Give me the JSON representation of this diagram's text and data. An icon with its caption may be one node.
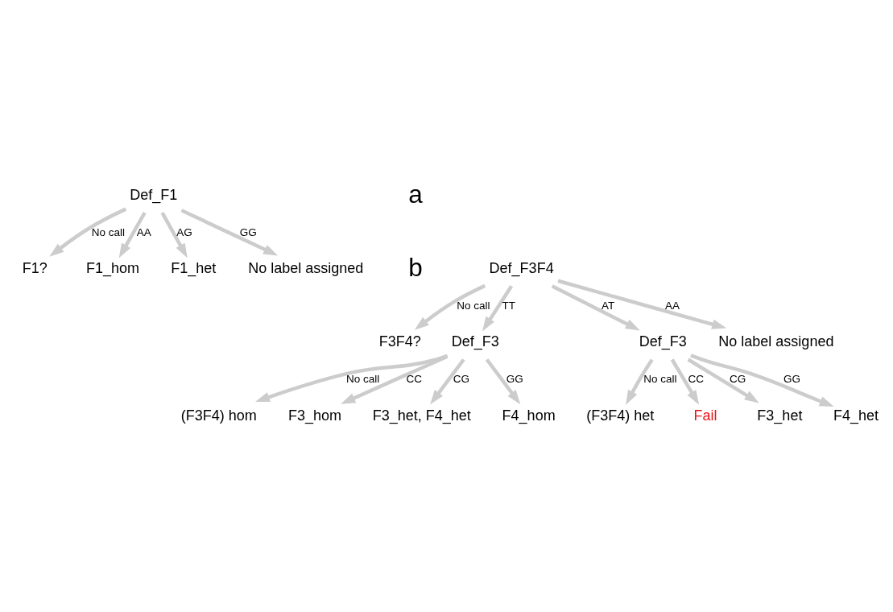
{
  "diagram": {
    "nodes": [
      {
        "text": [
          "Def_F1"
        ]
      },
      {
        "text": [
          "F1?"
        ]
      },
      {
        "text": [
          "F1_hom"
        ]
      },
      {
        "text": [
          "F1_het"
        ]
      },
      {
        "text": [
          "No label assigned"
        ]
      },
      {
        "text": [
          "Def_F3F4"
        ]
      },
      {
        "text": [
          "F3F4?"
        ]
      },
      {
        "text": [
          "Def_F3"
        ]
      },
      {
        "text": [
          "Def_F3"
        ]
      },
      {
        "text": [
          "No label assigned"
        ]
      },
      {
        "text": [
          "(F3F4) hom"
        ]
      },
      {
        "text": [
          "F3_hom"
        ]
      },
      {
        "text": [
          "F3_het, F4_het"
        ]
      },
      {
        "text": [
          "F4_hom"
        ]
      },
      {
        "text": [
          "(F3F4) het"
        ]
      },
      {
        "text": [
          "Fail"
        ]
      },
      {
        "text": [
          "F3_het"
        ]
      },
      {
        "text": [
          "F4_het"
        ]
      }
    ],
    "edges": [
      {
        "from": 0,
        "to": 1,
        "arrow": "to",
        "label": "No call"
      },
      {
        "from": 0,
        "to": 2,
        "arrow": "to",
        "label": "AA"
      },
      {
        "from": 0,
        "to": 3,
        "arrow": "to",
        "label": "AG"
      },
      {
        "from": 0,
        "to": 4,
        "arrow": "to",
        "label": "GG"
      },
      {
        "from": 5,
        "to": 6,
        "arrow": "to",
        "label": "No call"
      },
      {
        "from": 5,
        "to": 7,
        "arrow": "to",
        "label": "TT"
      },
      {
        "from": 5,
        "to": 8,
        "arrow": "to",
        "label": "AT"
      },
      {
        "from": 5,
        "to": 9,
        "arrow": "to",
        "label": "AA"
      },
      {
        "from": 7,
        "to": 10,
        "arrow": "to",
        "label": "No call"
      },
      {
        "from": 7,
        "to": 11,
        "arrow": "to",
        "label": "CC"
      },
      {
        "from": 7,
        "to": 12,
        "arrow": "to",
        "label": "CG"
      },
      {
        "from": 7,
        "to": 13,
        "arrow": "to",
        "label": "GG"
      },
      {
        "from": 8,
        "to": 14,
        "arrow": "to",
        "label": "No call"
      },
      {
        "from": 8,
        "to": 15,
        "arrow": "to",
        "label": "CC"
      },
      {
        "from": 8,
        "to": 16,
        "arrow": "to",
        "label": "CG"
      },
      {
        "from": 8,
        "to": 17,
        "arrow": "to",
        "label": "GG"
      }
    ],
    "labels": [
      "a",
      "b"
    ]
  }
}
